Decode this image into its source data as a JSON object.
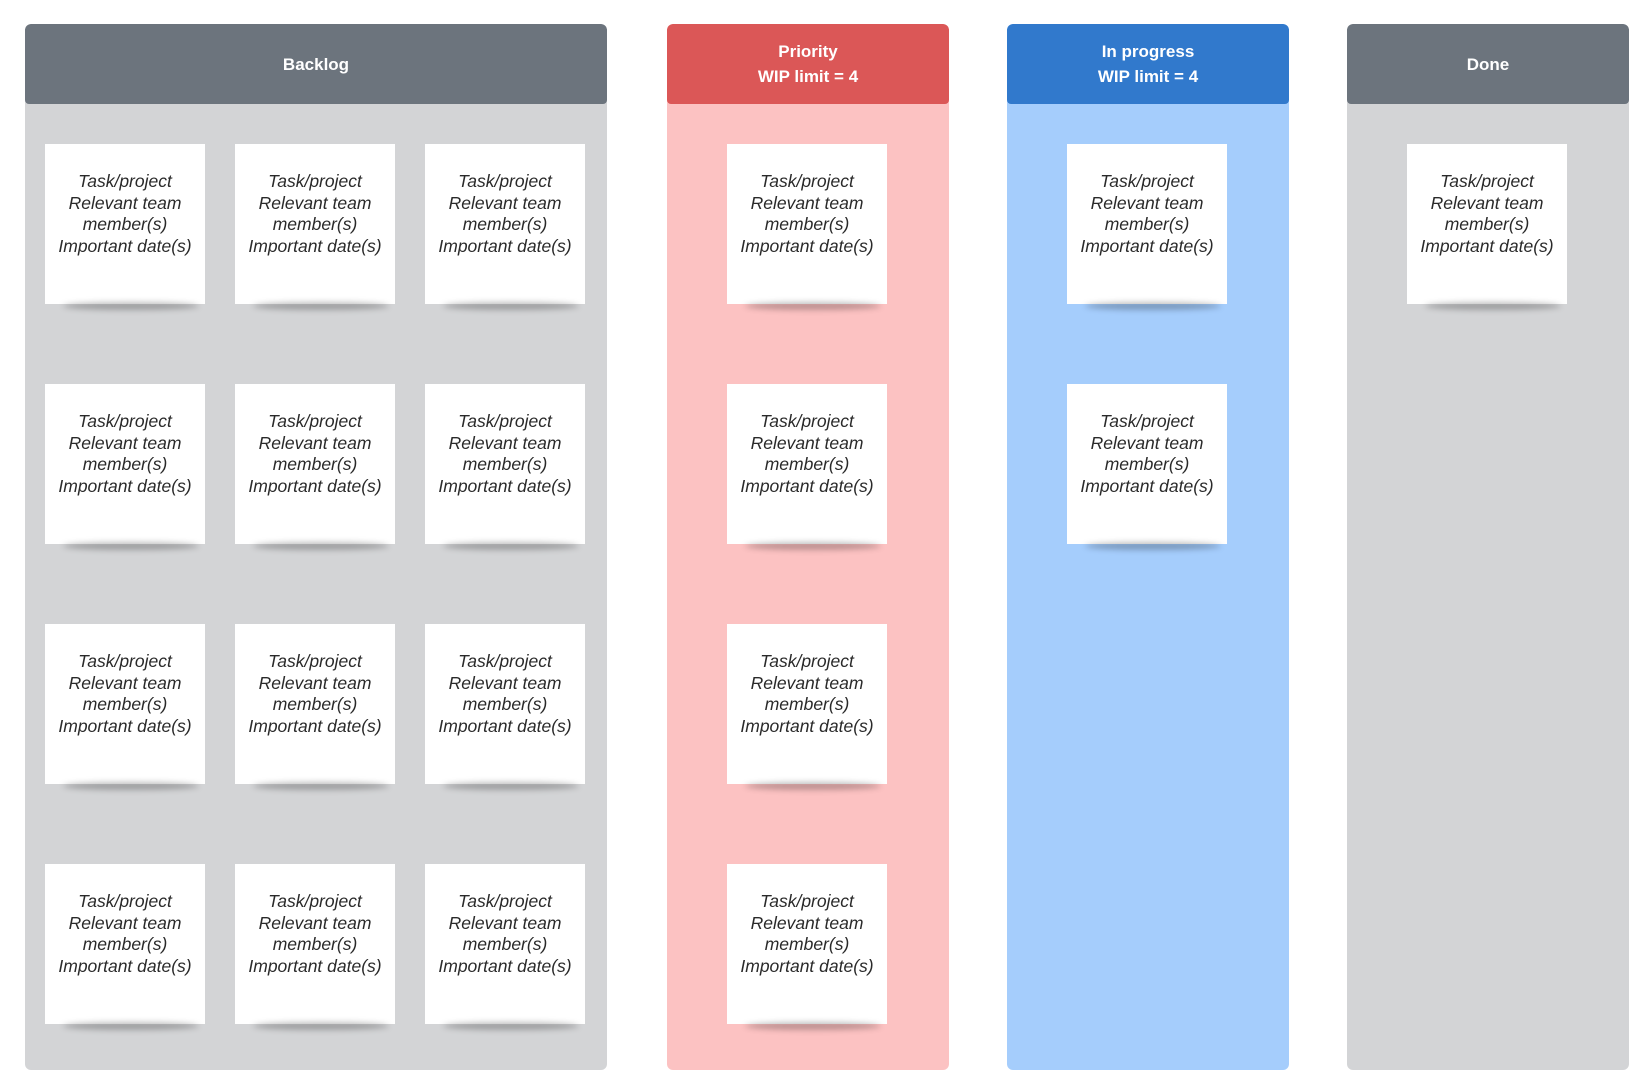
{
  "board": {
    "columns": [
      {
        "id": "backlog",
        "title": "Backlog",
        "subtitle": "",
        "header_color": "#6c747d",
        "body_color": "#d3d4d6",
        "card_count": 12
      },
      {
        "id": "priority",
        "title": "Priority",
        "subtitle": "WIP limit = 4",
        "header_color": "#db5757",
        "body_color": "#fcc2c2",
        "card_count": 4
      },
      {
        "id": "in-progress",
        "title": "In progress",
        "subtitle": "WIP limit = 4",
        "header_color": "#3179cc",
        "body_color": "#a5cdfc",
        "card_count": 2
      },
      {
        "id": "done",
        "title": "Done",
        "subtitle": "",
        "header_color": "#6c747d",
        "body_color": "#d3d4d6",
        "card_count": 1
      }
    ],
    "card_template": {
      "line1": "Task/project",
      "line2": "Relevant team",
      "line3": "member(s)",
      "line4": "Important date(s)"
    }
  }
}
